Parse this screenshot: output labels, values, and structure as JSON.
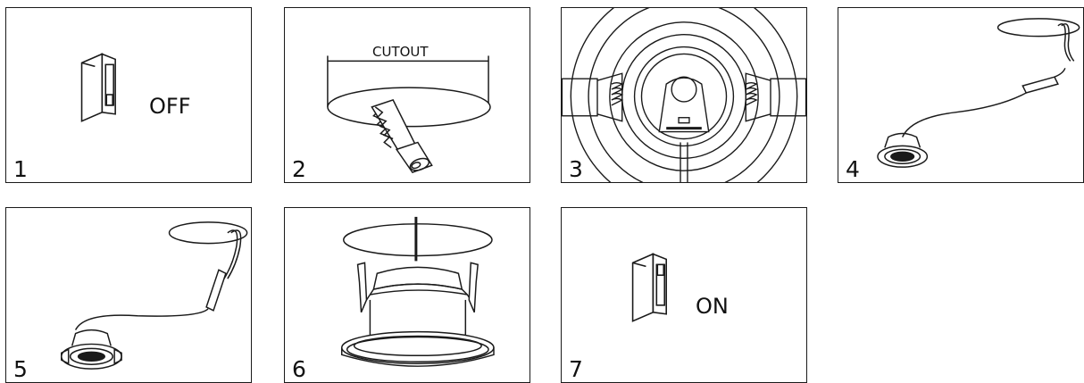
{
  "steps": [
    {
      "number": "1",
      "label": "OFF"
    },
    {
      "number": "2",
      "label": "CUTOUT"
    },
    {
      "number": "3"
    },
    {
      "number": "4"
    },
    {
      "number": "5"
    },
    {
      "number": "6"
    },
    {
      "number": "7",
      "label": "ON"
    }
  ],
  "icons": [
    "light-switch-off-icon",
    "drywall-saw-icon",
    "spring-clip-icon",
    "downlight-driver-icon",
    "downlight-wired-icon",
    "downlight-install-icon",
    "light-switch-on-icon"
  ],
  "stroke_color": "#1a1a1a"
}
